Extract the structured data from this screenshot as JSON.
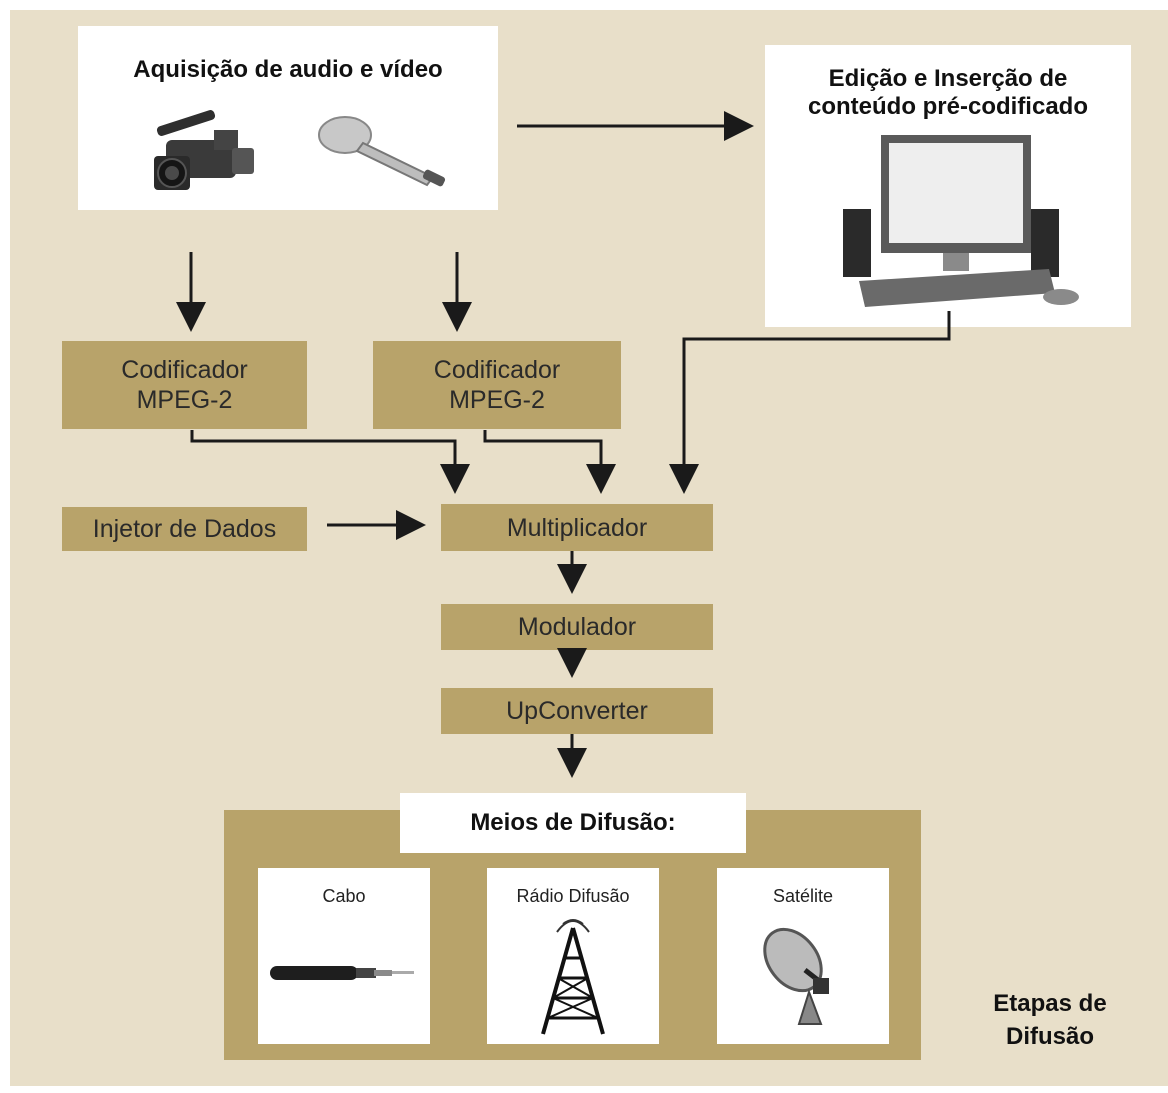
{
  "acquisition": {
    "title": "Aquisição de audio e vídeo",
    "icons": [
      "video-camera-icon",
      "microphone-icon"
    ]
  },
  "editing": {
    "title_line1": "Edição e Inserção de",
    "title_line2": "conteúdo pré-codificado",
    "icons": [
      "computer-icon"
    ]
  },
  "encoders": [
    {
      "line1": "Codificador",
      "line2": "MPEG-2"
    },
    {
      "line1": "Codificador",
      "line2": "MPEG-2"
    }
  ],
  "injector": "Injetor de Dados",
  "multiplexer": "Multiplicador",
  "modulator": "Modulador",
  "upconverter": "UpConverter",
  "broadcast": {
    "title": "Meios de Difusão:",
    "media": [
      {
        "label": "Cabo",
        "icon": "cable-icon"
      },
      {
        "label": "Rádio Difusão",
        "icon": "radio-tower-icon"
      },
      {
        "label": "Satélite",
        "icon": "satellite-dish-icon"
      }
    ]
  },
  "stage_label_line1": "Etapas de",
  "stage_label_line2": "Difusão",
  "colors": {
    "background": "#e8dfc9",
    "box": "#b8a36a",
    "arrow": "#1a1a1a"
  }
}
